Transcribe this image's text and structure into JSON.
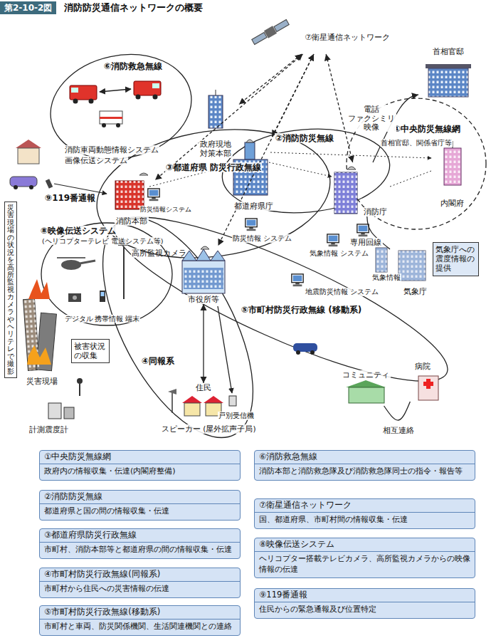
{
  "diagram": {
    "title": "消防防災通信ネットワークの概要",
    "nodes": [
      {
        "text": [
          "⑦衛星通信ネットワーク"
        ]
      },
      {
        "text": [
          "首相官邸"
        ]
      },
      {
        "text": [
          "政府現地 対策本部"
        ]
      },
      {
        "text": [
          "都道府県庁"
        ]
      },
      {
        "text": [
          "消防庁"
        ]
      },
      {
        "text": [
          "内閣府"
        ]
      },
      {
        "text": [
          "災害現場の状況を高所監視カメラやヘリテレで撮影"
        ]
      },
      {
        "text": [
          "消防本部"
        ]
      },
      {
        "text": [
          "市役所等"
        ]
      },
      {
        "text": [
          "気象庁への震度情報の提供"
        ]
      },
      {
        "text": [
          "気象庁"
        ]
      },
      {
        "text": [
          "被害状況の収集"
        ]
      },
      {
        "text": [
          "災害現場"
        ]
      },
      {
        "text": [
          "病院"
        ]
      },
      {
        "text": [
          "コミュニティ"
        ]
      },
      {
        "text": [
          "住民"
        ]
      },
      {
        "text": [
          "計測震度計"
        ]
      },
      {
        "text": [
          "①中央防災無線網",
          "政府内の情報収集・伝達(内閣府整備)"
        ]
      },
      {
        "text": [
          "②消防防災無線",
          "都道府県と国の間の情報収集・伝達"
        ]
      },
      {
        "text": [
          "③都道府県防災行政無線",
          "市町村、消防本部等と都道府県の間の情報収集・伝達"
        ]
      },
      {
        "text": [
          "④市町村防災行政無線(同報系)",
          "市町村から住民への災害情報の伝達"
        ]
      },
      {
        "text": [
          "⑤市町村防災行政無線(移動系)",
          "市町村と車両、防災関係機関、生活関連機関との連絡"
        ]
      },
      {
        "text": [
          "⑥消防救急無線",
          "消防本部と消防救急隊及び消防救急隊同士の指令・報告等"
        ]
      },
      {
        "text": [
          "⑦衛星通信ネットワーク",
          "国、都道府県、市町村間の情報収集・伝達"
        ]
      },
      {
        "text": [
          "⑧映像伝送システム",
          "ヘリコプター搭載テレビカメラ、高所監視カメラからの映像情報の伝達"
        ]
      },
      {
        "text": [
          "⑨119番通報",
          "住民からの緊急通報及び位置特定"
        ]
      }
    ],
    "edges": [
      {
        "from": 4,
        "to": 1,
        "arrow": "to",
        "label": "電話 ファクシミリ 映像"
      },
      {
        "from": 10,
        "to": 4,
        "arrow": "none",
        "label": "専用回線"
      },
      {
        "from": 8,
        "to": 15,
        "arrow": "both"
      },
      {
        "from": 14,
        "to": 13,
        "arrow": "none",
        "label": "相互連絡"
      },
      {
        "from": 0,
        "to": 7,
        "arrow": "both"
      },
      {
        "from": 0,
        "to": 2,
        "arrow": "both"
      },
      {
        "from": 0,
        "to": 3,
        "arrow": "both"
      },
      {
        "from": 0,
        "to": 4,
        "arrow": "both"
      },
      {
        "from": 0,
        "to": 8,
        "arrow": "both"
      }
    ],
    "labels": [
      "第2-10-2図",
      "⑥消防救急無線",
      "消防車両動態情報システム",
      "画像伝送システム",
      "②消防防災無線",
      "③都道府県 防災行政無線",
      "⑨119番通報",
      "防災情報システム",
      "⑧映像伝送システム",
      "(ヘリコプターテレビ 電送システム等)",
      "高所監視カメラ",
      "デジタル カメラ",
      "携帯情報 端末",
      "防災情報 システム",
      "気象情報 システム",
      "地震防災情報 システム",
      "⑤市町村防災行政無線 (移動系)",
      "④同報系",
      "スピーカー (屋外拡声子局)",
      "戸別受信機",
      "気象情報",
      "①中央防災無線網",
      "首相官邸、関係省庁等"
    ]
  }
}
